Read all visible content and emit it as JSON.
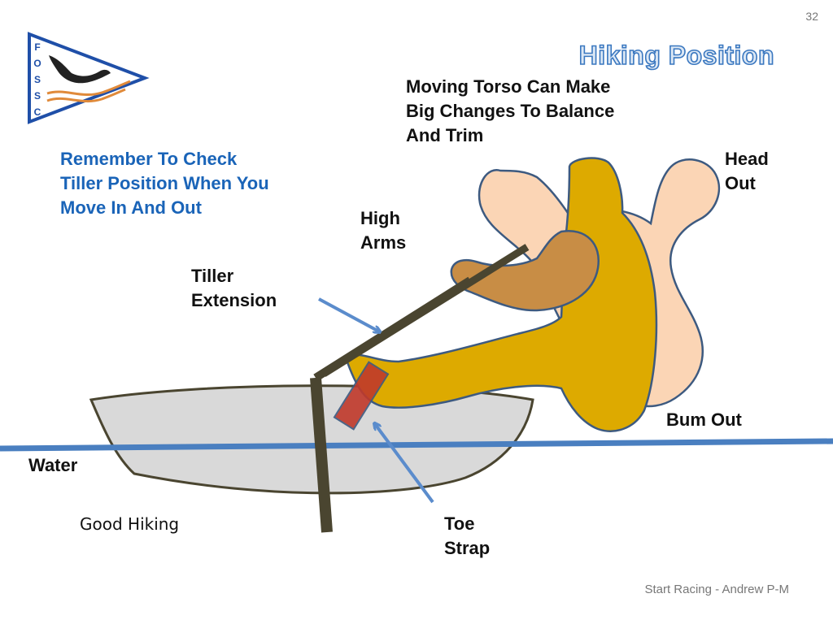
{
  "slide": {
    "number": "32",
    "title": "Hiking Position",
    "footer": "Start Racing - Andrew P-M"
  },
  "logo": {
    "letters": [
      "F",
      "O",
      "S",
      "S",
      "C"
    ],
    "colors": {
      "border": "#1f4fa8",
      "wave": "#e08a3a",
      "bird": "#222222"
    }
  },
  "notes": {
    "balance": [
      "Moving Torso Can Make",
      "Big Changes To Balance",
      "And Trim"
    ],
    "tiller": [
      "Remember To Check",
      "Tiller Position When You",
      "Move In And Out"
    ]
  },
  "labels": {
    "head_out": [
      "Head",
      "Out"
    ],
    "high_arms": [
      "High",
      "Arms"
    ],
    "tiller_extension": [
      "Tiller",
      "Extension"
    ],
    "bum_out": "Bum Out",
    "water": "Water",
    "toe_strap": [
      "Toe",
      "Strap"
    ],
    "caption": "Good Hiking"
  },
  "colors": {
    "sailor": "#ddaa00",
    "sailor_arm": "#c88d45",
    "ghost_sailor": "#fbd5b5",
    "outline": "#3d5a80",
    "hull": "#d9d9d9",
    "hull_outline": "#4a4530",
    "water": "#4a7fc0",
    "tiller": "#4a4530",
    "toe_strap": "#c0392b",
    "arrow": "#5b8ccc",
    "note_blue": "#1a64b8"
  }
}
